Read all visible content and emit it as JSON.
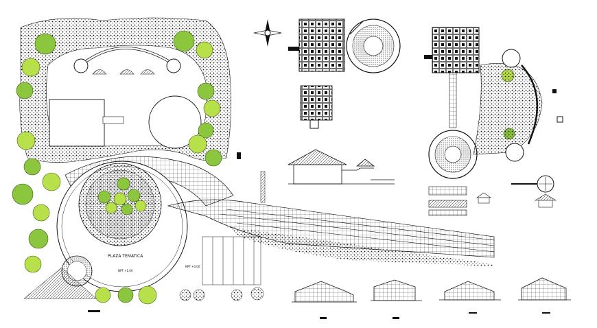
{
  "labels": {
    "plaza": "PLAZA TEMATICA",
    "level_a": "NPT +1.00",
    "level_b": "NPT +0.00"
  },
  "colors": {
    "line": "#111111",
    "tree_fill": "#b8e04a",
    "tree_fill_dark": "#8cc63f",
    "background": "#ffffff"
  },
  "icons": {
    "north_arrow": "compass-rose-icon",
    "tree": "tree-symbol-icon"
  }
}
